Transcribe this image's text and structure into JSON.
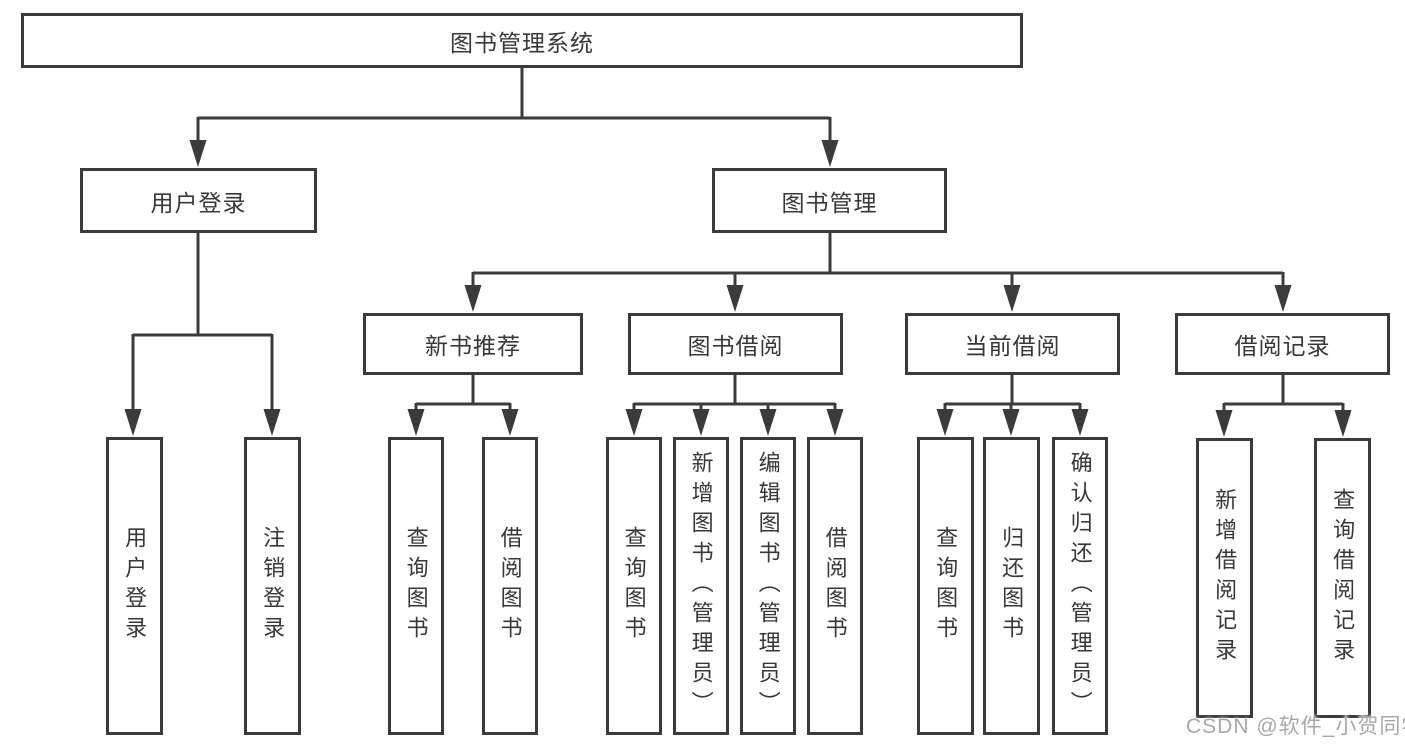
{
  "colors": {
    "line": "#3b3b3b",
    "box_border": "#3b3b3b",
    "box_background": "#ffffff",
    "text": "#383838",
    "watermark_text": "#a8a8a8",
    "page_background": "#ffffff"
  },
  "watermark": {
    "text": "CSDN @软件_小贺同学"
  },
  "tree": {
    "root": {
      "label": "图书管理系统",
      "children": [
        {
          "label": "用户登录",
          "children": [
            {
              "label": "用户登录"
            },
            {
              "label": "注销登录"
            }
          ]
        },
        {
          "label": "图书管理",
          "children": [
            {
              "label": "新书推荐",
              "children": [
                {
                  "label": "查询图书"
                },
                {
                  "label": "借阅图书"
                }
              ]
            },
            {
              "label": "图书借阅",
              "children": [
                {
                  "label": "查询图书"
                },
                {
                  "label": "新增图书（管理员）"
                },
                {
                  "label": "编辑图书（管理员）"
                },
                {
                  "label": "借阅图书"
                }
              ]
            },
            {
              "label": "当前借阅",
              "children": [
                {
                  "label": "查询图书"
                },
                {
                  "label": "归还图书"
                },
                {
                  "label": "确认归还（管理员）"
                }
              ]
            },
            {
              "label": "借阅记录",
              "children": [
                {
                  "label": "新增借阅记录"
                },
                {
                  "label": "查询借阅记录"
                }
              ]
            }
          ]
        }
      ]
    }
  }
}
